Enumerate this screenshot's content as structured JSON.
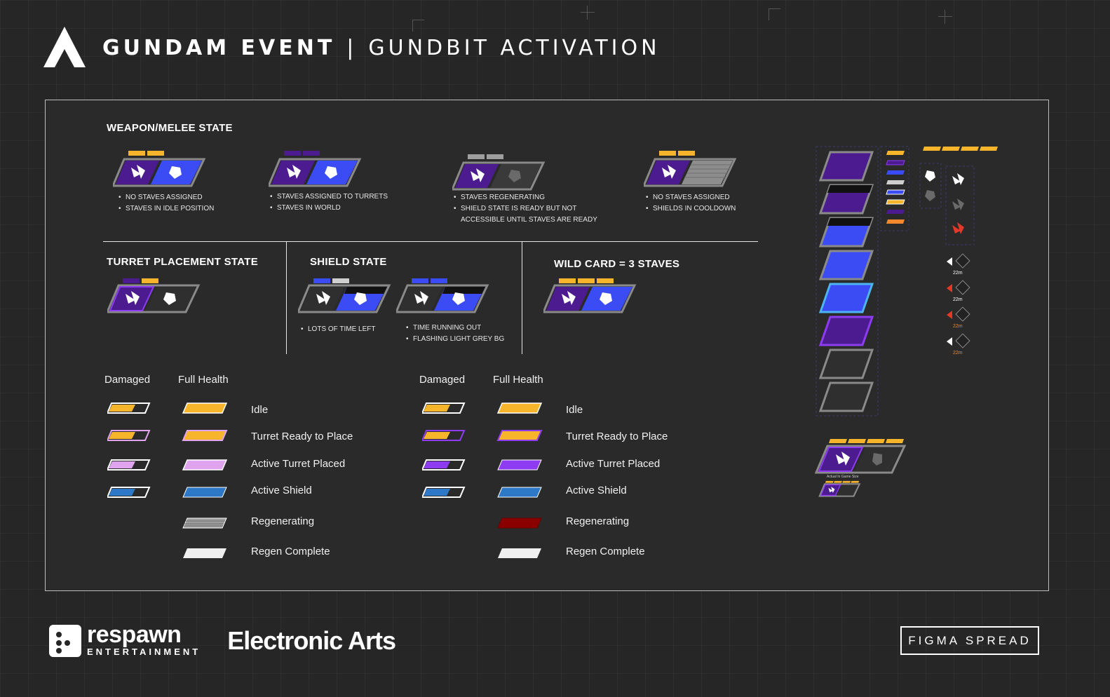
{
  "header": {
    "title_main": "GUNDAM EVENT",
    "title_sep": "|",
    "title_sub": "GUNDBIT ACTIVATION"
  },
  "weapon_section": {
    "title": "WEAPON/MELEE STATE",
    "states": [
      {
        "bullets": [
          "NO STAVES ASSIGNED",
          "STAVES IN IDLE POSITION"
        ]
      },
      {
        "bullets": [
          "STAVES ASSIGNED TO TURRETS",
          "STAVES IN WORLD"
        ]
      },
      {
        "bullets": [
          "STAVES REGENERATING",
          "SHIELD STATE IS READY BUT NOT ACCESSIBLE UNTIL STAVES ARE READY"
        ]
      },
      {
        "bullets": [
          "NO STAVES ASSIGNED",
          "SHIELDS IN COOLDOWN"
        ]
      }
    ]
  },
  "turret_section": {
    "title": "TURRET PLACEMENT STATE"
  },
  "shield_section": {
    "title": "SHIELD STATE",
    "states": [
      {
        "bullets": [
          "LOTS OF TIME LEFT"
        ]
      },
      {
        "bullets": [
          "TIME RUNNING OUT",
          "FLASHING LIGHT GREY BG"
        ]
      }
    ]
  },
  "wildcard_section": {
    "title": "WILD CARD = 3 STAVES"
  },
  "legend_left": {
    "damaged_header": "Damaged",
    "full_header": "Full Health",
    "rows": [
      "Idle",
      "Turret Ready to Place",
      "Active Turret Placed",
      "Active Shield",
      "Regenerating",
      "Regen Complete"
    ]
  },
  "legend_right": {
    "damaged_header": "Damaged",
    "full_header": "Full Health",
    "rows": [
      "Idle",
      "Turret Ready to Place",
      "Active Turret Placed",
      "Active Shield",
      "Regenerating",
      "Regen Complete"
    ]
  },
  "side_panel": {
    "distance_labels": [
      "22m",
      "22m",
      "22m",
      "22m"
    ],
    "ingame_caption": "Actual In Game Size"
  },
  "footer": {
    "respawn_name": "respawn",
    "respawn_sub": "ENTERTAINMENT",
    "ea_name": "Electronic Arts",
    "figma_label": "FIGMA SPREAD"
  },
  "colors": {
    "gold": "#f6b52b",
    "purple": "#4b1b8f",
    "blue": "#3c4cf5",
    "grey": "#9e9e9e",
    "pink": "#e0a4ef",
    "violet": "#8d3cf2",
    "shield_blue": "#2e78c8",
    "red": "#8a0000",
    "white": "#efefef",
    "accent_red": "#e23a2a",
    "accent_orange": "#f3892c"
  }
}
